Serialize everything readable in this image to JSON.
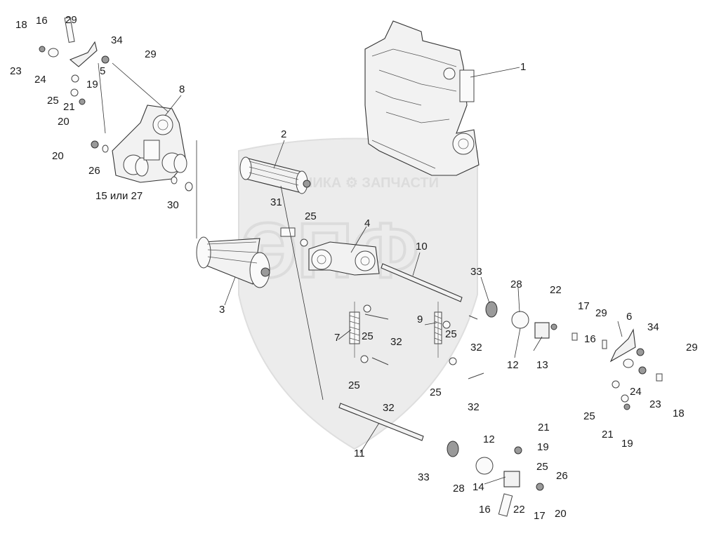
{
  "watermark": {
    "brand_text": "ТЕХНИКА ⚙ ЗАПЧАСТИ",
    "logo_text": "ЭПФ"
  },
  "callouts": [
    {
      "id": "c1",
      "text": "1"
    },
    {
      "id": "c2",
      "text": "2"
    },
    {
      "id": "c3",
      "text": "3"
    },
    {
      "id": "c4",
      "text": "4"
    },
    {
      "id": "c5",
      "text": "5"
    },
    {
      "id": "c6",
      "text": "6"
    },
    {
      "id": "c7",
      "text": "7"
    },
    {
      "id": "c8",
      "text": "8"
    },
    {
      "id": "c9",
      "text": "9"
    },
    {
      "id": "c10",
      "text": "10"
    },
    {
      "id": "c11",
      "text": "11"
    },
    {
      "id": "c12a",
      "text": "12"
    },
    {
      "id": "c12b",
      "text": "12"
    },
    {
      "id": "c13",
      "text": "13"
    },
    {
      "id": "c14",
      "text": "14"
    },
    {
      "id": "c15",
      "text": "15 или 27"
    },
    {
      "id": "c16a",
      "text": "16"
    },
    {
      "id": "c16b",
      "text": "16"
    },
    {
      "id": "c16c",
      "text": "16"
    },
    {
      "id": "c17a",
      "text": "17"
    },
    {
      "id": "c17b",
      "text": "17"
    },
    {
      "id": "c18a",
      "text": "18"
    },
    {
      "id": "c18b",
      "text": "18"
    },
    {
      "id": "c19a",
      "text": "19"
    },
    {
      "id": "c19b",
      "text": "19"
    },
    {
      "id": "c19c",
      "text": "19"
    },
    {
      "id": "c20a",
      "text": "20"
    },
    {
      "id": "c20b",
      "text": "20"
    },
    {
      "id": "c20c",
      "text": "20"
    },
    {
      "id": "c21a",
      "text": "21"
    },
    {
      "id": "c21b",
      "text": "21"
    },
    {
      "id": "c21c",
      "text": "21"
    },
    {
      "id": "c22a",
      "text": "22"
    },
    {
      "id": "c22b",
      "text": "22"
    },
    {
      "id": "c23a",
      "text": "23"
    },
    {
      "id": "c23b",
      "text": "23"
    },
    {
      "id": "c24a",
      "text": "24"
    },
    {
      "id": "c24b",
      "text": "24"
    },
    {
      "id": "c25a",
      "text": "25"
    },
    {
      "id": "c25b",
      "text": "25"
    },
    {
      "id": "c25c",
      "text": "25"
    },
    {
      "id": "c25d",
      "text": "25"
    },
    {
      "id": "c25e",
      "text": "25"
    },
    {
      "id": "c25f",
      "text": "25"
    },
    {
      "id": "c25g",
      "text": "25"
    },
    {
      "id": "c25h",
      "text": "25"
    },
    {
      "id": "c26a",
      "text": "26"
    },
    {
      "id": "c26b",
      "text": "26"
    },
    {
      "id": "c28a",
      "text": "28"
    },
    {
      "id": "c28b",
      "text": "28"
    },
    {
      "id": "c29a",
      "text": "29"
    },
    {
      "id": "c29b",
      "text": "29"
    },
    {
      "id": "c29c",
      "text": "29"
    },
    {
      "id": "c29d",
      "text": "29"
    },
    {
      "id": "c30",
      "text": "30"
    },
    {
      "id": "c31",
      "text": "31"
    },
    {
      "id": "c32a",
      "text": "32"
    },
    {
      "id": "c32b",
      "text": "32"
    },
    {
      "id": "c32c",
      "text": "32"
    },
    {
      "id": "c32d",
      "text": "32"
    },
    {
      "id": "c33a",
      "text": "33"
    },
    {
      "id": "c33b",
      "text": "33"
    },
    {
      "id": "c34a",
      "text": "34"
    },
    {
      "id": "c34b",
      "text": "34"
    }
  ]
}
